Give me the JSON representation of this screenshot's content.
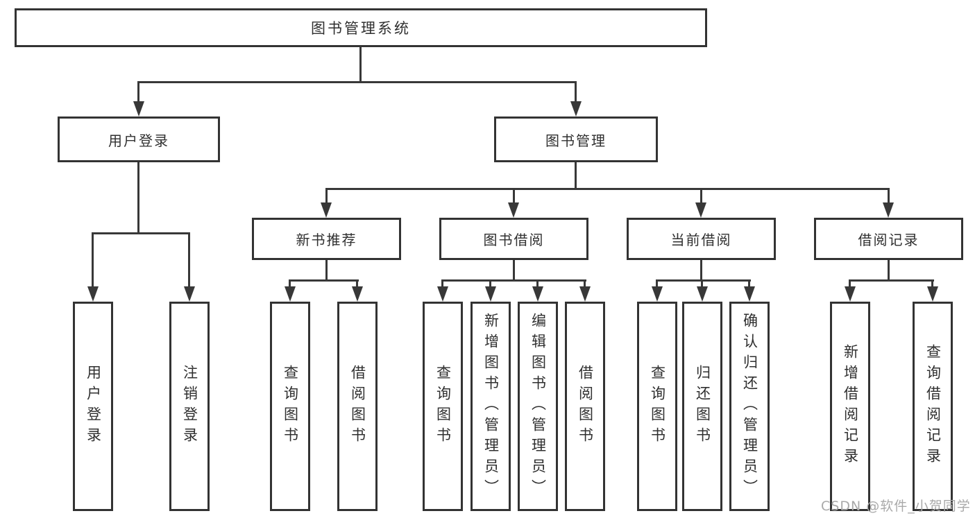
{
  "diagram": {
    "type": "hierarchy",
    "title": "图书管理系统",
    "watermark": "CSDN @软件_小贺同学",
    "colors": {
      "background": "#ffffff",
      "box_border": "#333333",
      "line": "#383838",
      "text": "#2f2f2f",
      "watermark": "#a9a9a9"
    },
    "nodes": {
      "root": {
        "label": "图书管理系统",
        "level": 1,
        "parent": null
      },
      "user_login": {
        "label": "用户登录",
        "level": 2,
        "parent": "root"
      },
      "book_mgmt": {
        "label": "图书管理",
        "level": 2,
        "parent": "root"
      },
      "new_book_rec": {
        "label": "新书推荐",
        "level": 3,
        "parent": "book_mgmt"
      },
      "book_borrow": {
        "label": "图书借阅",
        "level": 3,
        "parent": "book_mgmt"
      },
      "current_borrow": {
        "label": "当前借阅",
        "level": 3,
        "parent": "book_mgmt"
      },
      "borrow_records": {
        "label": "借阅记录",
        "level": 3,
        "parent": "book_mgmt"
      },
      "leaf_user_login": {
        "label": "用户登录",
        "level": 4,
        "parent": "user_login"
      },
      "leaf_logout": {
        "label": "注销登录",
        "level": 4,
        "parent": "user_login"
      },
      "leaf_query_book_rec": {
        "label": "查询图书",
        "level": 4,
        "parent": "new_book_rec"
      },
      "leaf_borrow_book_rec": {
        "label": "借阅图书",
        "level": 4,
        "parent": "new_book_rec"
      },
      "leaf_query_book_borrow": {
        "label": "查询图书",
        "level": 4,
        "parent": "book_borrow"
      },
      "leaf_add_book": {
        "label": "新增图书（管理员）",
        "level": 4,
        "parent": "book_borrow"
      },
      "leaf_edit_book": {
        "label": "编辑图书（管理员）",
        "level": 4,
        "parent": "book_borrow"
      },
      "leaf_borrow_book": {
        "label": "借阅图书",
        "level": 4,
        "parent": "book_borrow"
      },
      "leaf_query_book_current": {
        "label": "查询图书",
        "level": 4,
        "parent": "current_borrow"
      },
      "leaf_return_book": {
        "label": "归还图书",
        "level": 4,
        "parent": "current_borrow"
      },
      "leaf_confirm_return": {
        "label": "确认归还（管理员）",
        "level": 4,
        "parent": "current_borrow"
      },
      "leaf_add_record": {
        "label": "新增借阅记录",
        "level": 4,
        "parent": "borrow_records"
      },
      "leaf_query_record": {
        "label": "查询借阅记录",
        "level": 4,
        "parent": "borrow_records"
      }
    }
  }
}
